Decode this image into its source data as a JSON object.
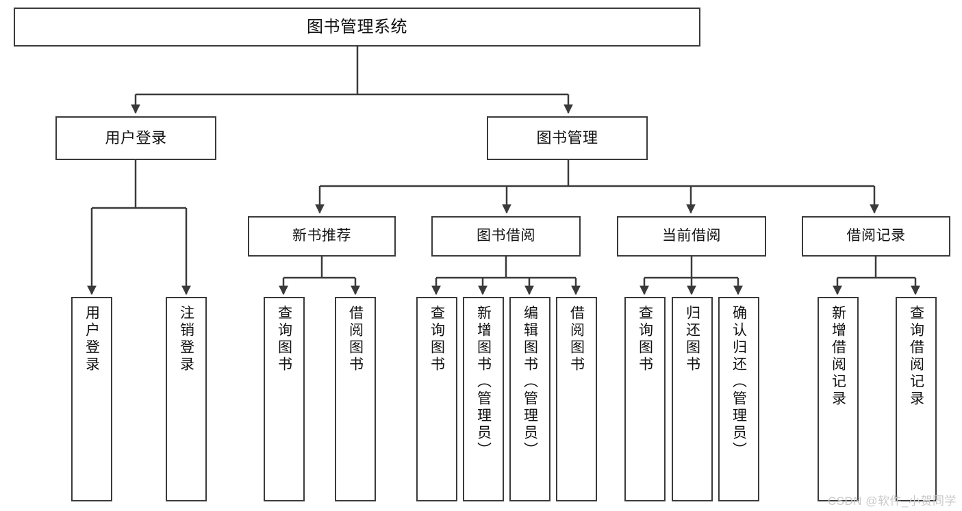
{
  "diagram": {
    "type": "tree-hierarchy-flowchart",
    "title": "图书管理系统",
    "watermark": "CSDN @软件_小贺同学",
    "colors": {
      "stroke": "#3a3a3a",
      "fill": "#ffffff",
      "text": "#111111",
      "watermark": "#c9c9c9"
    },
    "nodes": {
      "root": {
        "label": "图书管理系统"
      },
      "level1": [
        {
          "id": "user-login",
          "label": "用户登录"
        },
        {
          "id": "book-manage",
          "label": "图书管理"
        }
      ],
      "level2": [
        {
          "id": "new-book-recommend",
          "label": "新书推荐"
        },
        {
          "id": "book-borrow",
          "label": "图书借阅"
        },
        {
          "id": "current-borrow",
          "label": "当前借阅"
        },
        {
          "id": "borrow-record",
          "label": "借阅记录"
        }
      ],
      "leaves": {
        "user-login": [
          {
            "id": "leaf-user-login",
            "label": "用户登录"
          },
          {
            "id": "leaf-logout-login",
            "label": "注销登录"
          }
        ],
        "new-book-recommend": [
          {
            "id": "leaf-query-book-1",
            "label": "查询图书"
          },
          {
            "id": "leaf-borrow-book-1",
            "label": "借阅图书"
          }
        ],
        "book-borrow": [
          {
            "id": "leaf-query-book-2",
            "label": "查询图书"
          },
          {
            "id": "leaf-add-book-admin",
            "label": "新增图书（管理员）"
          },
          {
            "id": "leaf-edit-book-admin",
            "label": "编辑图书（管理员）"
          },
          {
            "id": "leaf-borrow-book-2",
            "label": "借阅图书"
          }
        ],
        "current-borrow": [
          {
            "id": "leaf-query-book-3",
            "label": "查询图书"
          },
          {
            "id": "leaf-return-book",
            "label": "归还图书"
          },
          {
            "id": "leaf-confirm-return-admin",
            "label": "确认归还（管理员）"
          }
        ],
        "borrow-record": [
          {
            "id": "leaf-add-borrow-record",
            "label": "新增借阅记录"
          },
          {
            "id": "leaf-query-borrow-record",
            "label": "查询借阅记录"
          }
        ]
      }
    }
  }
}
